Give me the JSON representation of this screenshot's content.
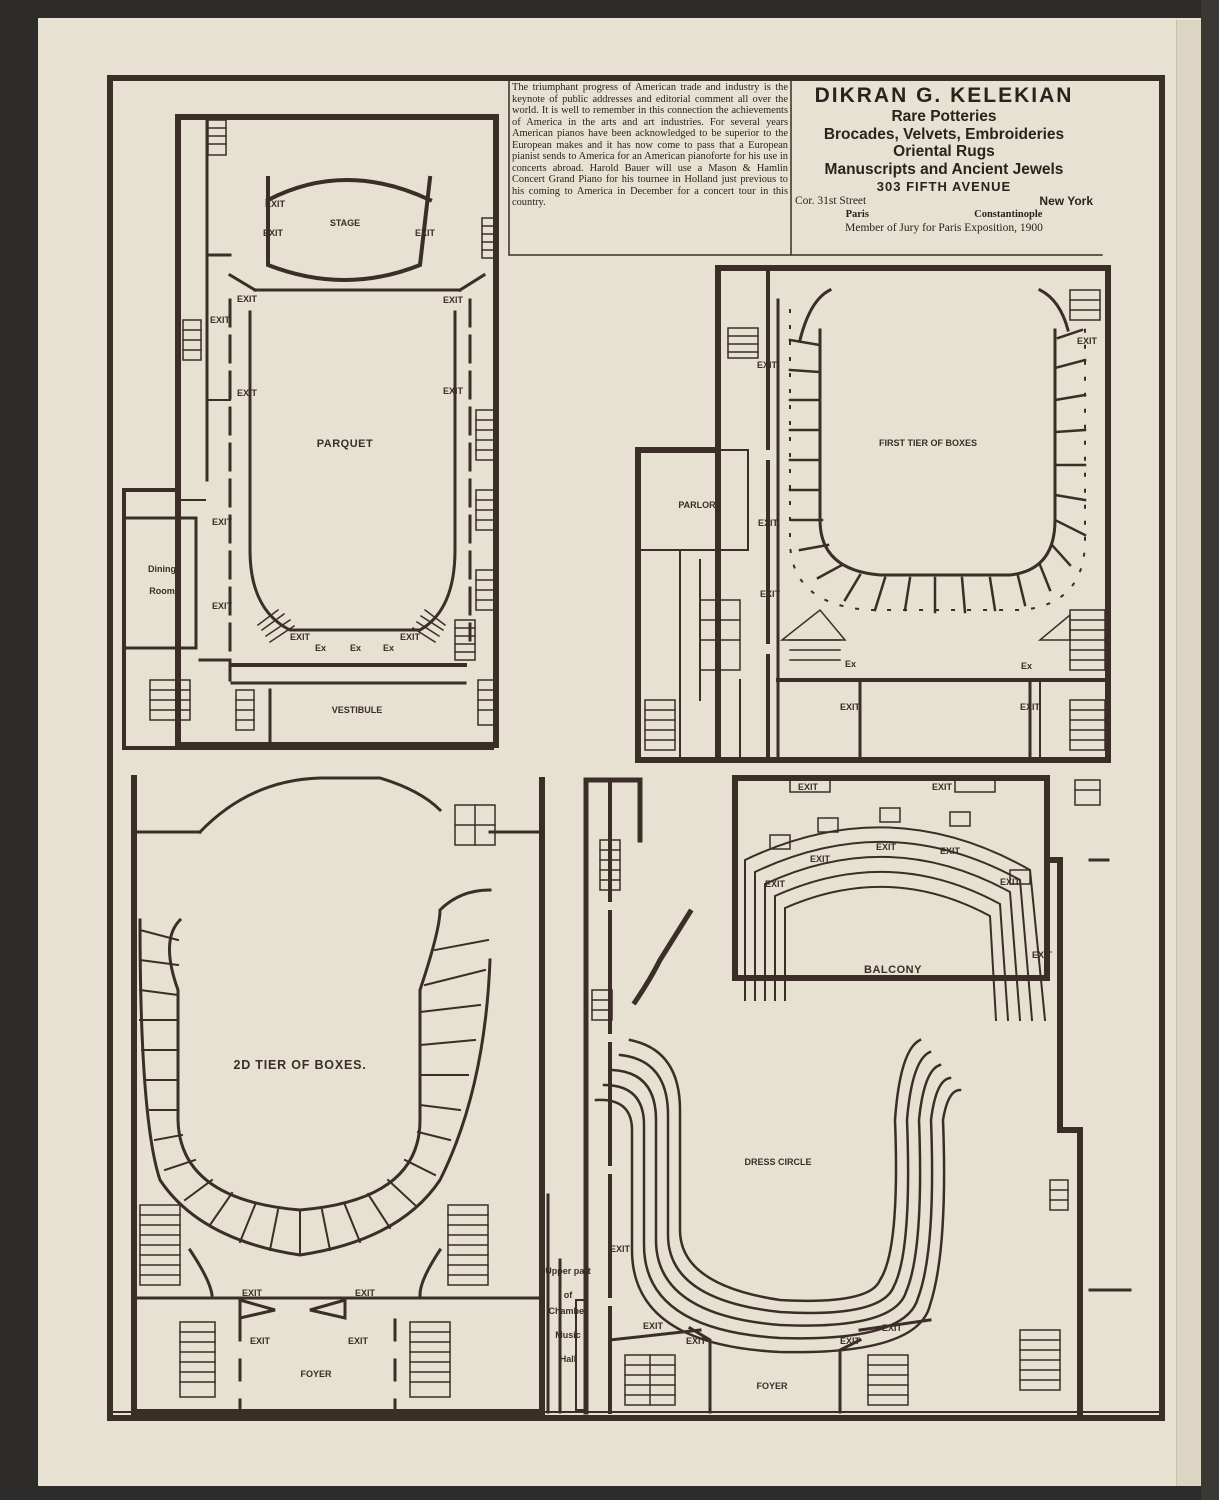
{
  "article": {
    "text": "The triumphant progress of American trade and industry is the keynote of public addresses and editorial comment all over the world. It is well to remember in this connection the achievements of America in the arts and art industries. For several years American pianos have been acknowledged to be superior to the European makes and it has now come to pass that a European pianist sends to America for an American pianoforte for his use in concerts abroad. Harold Bauer will use a Mason & Hamlin Concert Grand Piano for his tournee in Holland just previous to his coming to America in December for a concert tour in this country."
  },
  "ad": {
    "name": "DIKRAN G. KELEKIAN",
    "line1": "Rare Potteries",
    "line2": "Brocades, Velvets, Embroideries",
    "line3": "Oriental Rugs",
    "line4": "Manuscripts and Ancient Jewels",
    "address": "303 FIFTH AVENUE",
    "street": "Cor. 31st Street",
    "city": "New York",
    "branch1": "Paris",
    "branch2": "Constantinople",
    "jury": "Member of Jury for Paris Exposition, 1900"
  },
  "plans": {
    "parquet": {
      "title": "PARQUET",
      "stage": "STAGE",
      "vestibule": "VESTIBULE",
      "dining": "Dining",
      "room": "Room",
      "exit": "EXIT",
      "ex": "Ex"
    },
    "first_tier": {
      "title": "FIRST TIER OF BOXES",
      "parlor": "PARLOR",
      "exit": "EXIT",
      "ex": "Ex"
    },
    "second_tier": {
      "title": "2D TIER OF BOXES.",
      "foyer": "FOYER",
      "exit": "EXIT"
    },
    "balcony": {
      "balcony": "BALCONY",
      "dress_circle": "DRESS CIRCLE",
      "foyer": "FOYER",
      "exit": "EXIT",
      "chamber1": "Upper part",
      "chamber2": "of",
      "chamber3": "Chamber",
      "chamber4": "Music",
      "chamber5": "Hall"
    }
  }
}
